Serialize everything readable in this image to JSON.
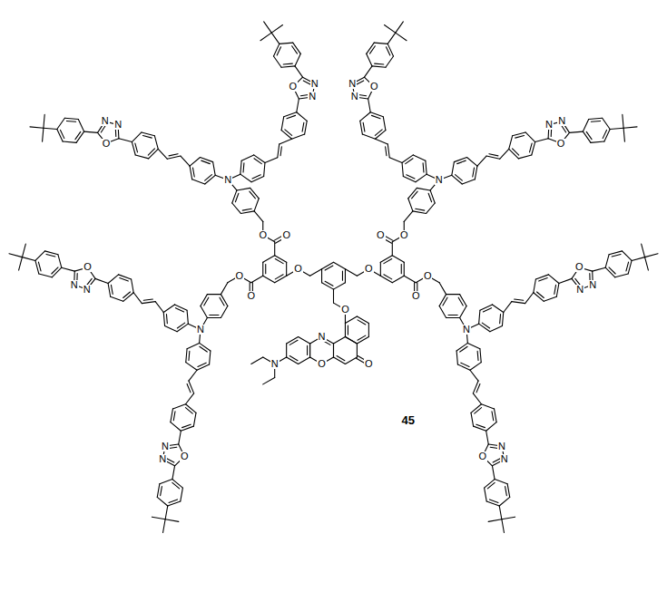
{
  "diagram": {
    "labels": [
      "N",
      "N",
      "O",
      "N",
      "N",
      "O",
      "N",
      "O",
      "O",
      "N",
      "N",
      "O",
      "N",
      "N",
      "O",
      "N",
      "O",
      "O",
      "N",
      "N",
      "O",
      "N",
      "N",
      "O",
      "N",
      "O",
      "O",
      "N",
      "N",
      "O",
      "N",
      "N",
      "O",
      "N",
      "O",
      "O",
      "O",
      "O",
      "O",
      "N",
      "O",
      "O",
      "N",
      "45"
    ]
  }
}
